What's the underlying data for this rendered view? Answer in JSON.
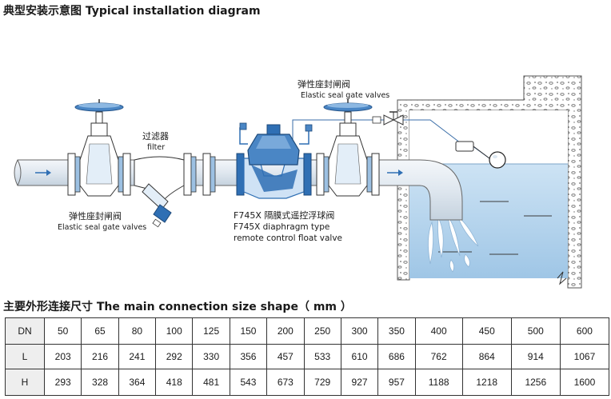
{
  "header": {
    "title": "典型安装示意图 Typical installation diagram"
  },
  "diagram": {
    "left_valve_cn": "弹性座封闸阀",
    "left_valve_en": "Elastic seal gate valves",
    "filter_cn": "过滤器",
    "filter_en": "filter",
    "right_valve_cn": "弹性座封闸阀",
    "right_valve_en": "Elastic seal gate valves",
    "main_valve_cn": "F745X 隔膜式遥控浮球阀",
    "main_valve_line2": "F745X diaphragm type",
    "main_valve_line3": "remote control float valve",
    "colors": {
      "pipe": "#dde6f0",
      "valve_blue": "#2f6fb4",
      "valve_light": "#d6e6f5",
      "water": "#bcd9f0",
      "outline": "#4a4a4a"
    }
  },
  "table": {
    "title": "主要外形连接尺寸 The main connection size shape（ mm ）",
    "rows": [
      {
        "label": "DN",
        "values": [
          "50",
          "65",
          "80",
          "100",
          "125",
          "150",
          "200",
          "250",
          "300",
          "350",
          "400",
          "450",
          "500",
          "600"
        ]
      },
      {
        "label": "L",
        "values": [
          "203",
          "216",
          "241",
          "292",
          "330",
          "356",
          "457",
          "533",
          "610",
          "686",
          "762",
          "864",
          "914",
          "1067"
        ]
      },
      {
        "label": "H",
        "values": [
          "293",
          "328",
          "364",
          "418",
          "481",
          "543",
          "673",
          "729",
          "927",
          "957",
          "1188",
          "1218",
          "1256",
          "1600"
        ]
      }
    ]
  }
}
